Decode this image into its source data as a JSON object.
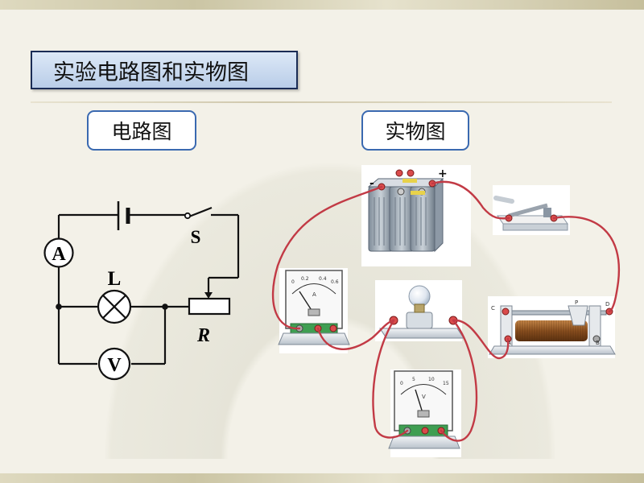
{
  "title": "实验电路图和实物图",
  "labels": {
    "circuit": "电路图",
    "real": "实物图"
  },
  "circuit": {
    "ammeter": "A",
    "voltmeter": "V",
    "lamp": "L",
    "switch": "S",
    "rheostat": "R"
  },
  "apparatus": {
    "battery_minus": "-",
    "battery_plus": "+",
    "ammeter_letter": "A",
    "ammeter_ticks": [
      "0",
      "0.2",
      "0.4",
      "0.6"
    ],
    "voltmeter_letter": "V",
    "voltmeter_ticks": [
      "0",
      "5",
      "10",
      "15"
    ],
    "rheostat_ends": [
      "C",
      "P",
      "D",
      "A",
      "B"
    ]
  },
  "colors": {
    "wire": "#c23a45",
    "circuit_line": "#111111",
    "title_border": "#1a2c55",
    "label_border": "#3a69b0"
  }
}
